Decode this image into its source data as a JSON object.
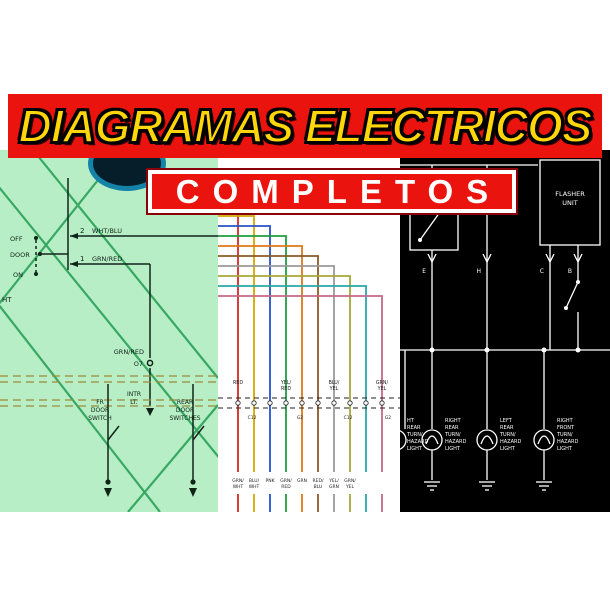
{
  "title": {
    "main": "DIAGRAMAS ELECTRICOS",
    "sub": "COMPLETOS"
  },
  "colors": {
    "banner_red": "#eb130d",
    "title_yellow": "#ffd60a",
    "title_outline": "#000000",
    "sub_text": "#ffffff",
    "left_panel_bg": "#b7eec6",
    "left_diagonal": "#38a863",
    "circuit_ink": "#102418",
    "dashed_olive": "#9a8a3a",
    "right_panel_bg": "#000000",
    "right_lines": "#ffffff",
    "wire_colors": [
      "#d42a22",
      "#d4a800",
      "#2a52c8",
      "#1f9e3f",
      "#e07818",
      "#8a5a28",
      "#9a9a9a",
      "#a8a838",
      "#28a8a8",
      "#c86888"
    ]
  },
  "left_panel": {
    "pin2": "2",
    "pin1": "1",
    "wire2_label": "WHT/BLU",
    "wire1_label": "GRN/RED",
    "switch_positions": [
      "OFF",
      "DOOR",
      "ON"
    ],
    "edge_label": "HT",
    "mid_wire_label": "GRN/RED",
    "connector_label": "O7",
    "intr_lamp": [
      "INTR",
      "LT."
    ],
    "front_switch": [
      "FR",
      "DOOR",
      "SWITCH"
    ],
    "rear_switch": [
      "REAR",
      "DOOR",
      "SWITCHES"
    ]
  },
  "middle_panel": {
    "upper_labels": [
      [
        "RED",
        ""
      ],
      [
        "YEL/",
        "RED"
      ],
      [
        "BLU/",
        "YEL"
      ],
      [
        "GRN/",
        "YEL"
      ]
    ],
    "connector_codes": [
      "C12",
      "G2",
      "C12",
      "G2"
    ],
    "lower_labels": [
      [
        "GRN/",
        "WHT"
      ],
      [
        "BLU/",
        "WHT"
      ],
      [
        "PNK",
        ""
      ],
      [
        "GRN/",
        "RED"
      ],
      [
        "GRN",
        ""
      ],
      [
        "RED/",
        "BLU"
      ],
      [
        "YEL/",
        "GRN"
      ],
      [
        "GRN/",
        "YEL"
      ]
    ]
  },
  "right_panel": {
    "flasher_unit": [
      "FLASHER",
      "UNIT"
    ],
    "terminals": [
      "E",
      "H",
      "C",
      "B"
    ],
    "partial_lamp_label": [
      "HT",
      "REAR",
      "TURN/",
      "HAZARD",
      "LIGHT"
    ],
    "lamp_labels": [
      [
        "RIGHT",
        "REAR",
        "TURN/",
        "HAZARD",
        "LIGHT"
      ],
      [
        "LEFT",
        "REAR",
        "TURN/",
        "HAZARD",
        "LIGHT"
      ],
      [
        "RIGHT",
        "FRONT",
        "TURN/",
        "HAZARD",
        "LIGHT"
      ]
    ]
  }
}
